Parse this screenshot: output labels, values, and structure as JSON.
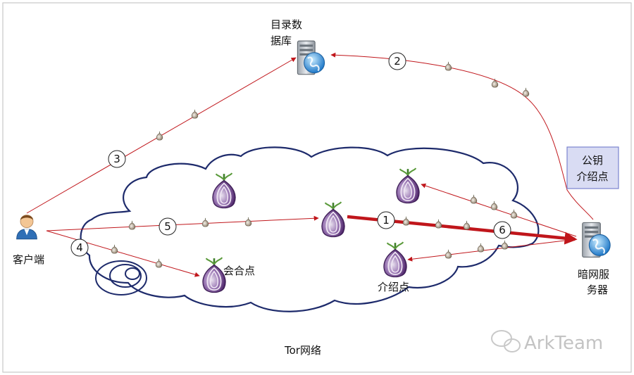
{
  "labels": {
    "directory_db_line1": "目录数",
    "directory_db_line2": "据库",
    "client": "客户端",
    "hidden_service_line1": "暗网服",
    "hidden_service_line2": "务器",
    "rendezvous": "会合点",
    "intro_point": "介绍点",
    "network": "Tor网络",
    "public_key_line1": "公钥",
    "public_key_line2": "介绍点"
  },
  "steps": [
    "1",
    "2",
    "3",
    "4",
    "5",
    "6"
  ],
  "watermark": "ArkTeam",
  "colors": {
    "path_red": "#c0161b",
    "cloud_stroke": "#1d2a6b",
    "onion_purple": "#6b3f8a",
    "key_box_fill": "#d9dcf3",
    "key_box_stroke": "#7b84cf"
  }
}
